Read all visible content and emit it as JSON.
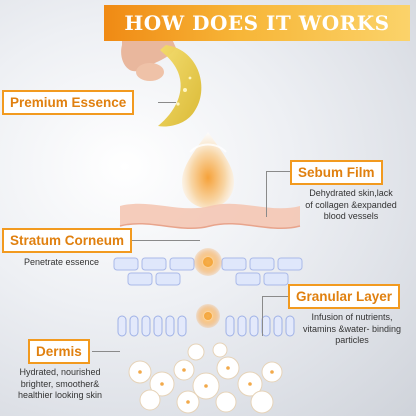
{
  "header": {
    "title": "HOW DOES IT WORKS"
  },
  "labels": {
    "premium_essence": "Premium Essence",
    "sebum_film": "Sebum Film",
    "stratum_corneum": "Stratum Corneum",
    "granular_layer": "Granular Layer",
    "dermis": "Dermis"
  },
  "descriptions": {
    "sebum_film": [
      "Dehydrated skin,lack",
      "of collagen &expanded",
      "blood vessels"
    ],
    "stratum_corneum": [
      "Penetrate essence"
    ],
    "granular_layer": [
      "Infusion of nutrients,",
      "vitamins &water- binding",
      "particles"
    ],
    "dermis": [
      "Hydrated, nourished",
      "brighter, smoother&",
      "healthier looking skin"
    ]
  },
  "colors": {
    "accent": "#f29a1f",
    "label_text": "#e0800f",
    "banner_start": "#f08a14",
    "banner_end": "#fbd36a"
  },
  "icons": [
    "hand-icon",
    "gold-eye-patch-icon",
    "essence-droplet-icon",
    "skin-layer-diagram"
  ]
}
